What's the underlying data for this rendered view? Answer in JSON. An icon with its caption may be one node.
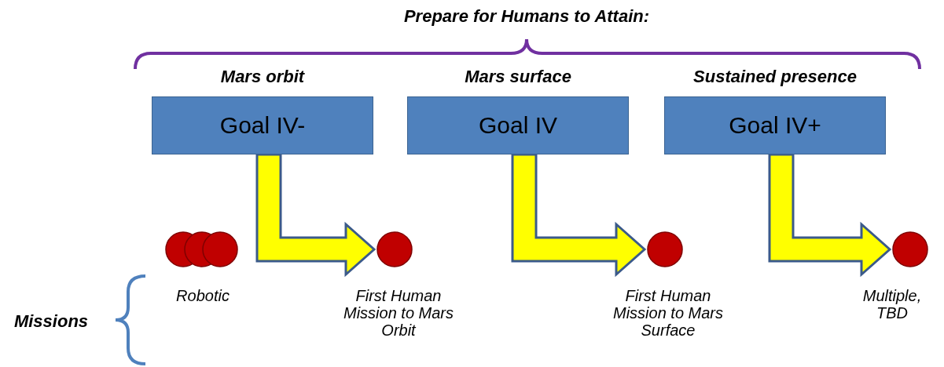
{
  "diagram": {
    "title": "Prepare for Humans to Attain:",
    "nodes": [
      {
        "text": [
          "Mars orbit",
          "Goal IV-"
        ]
      },
      {
        "text": [
          "Mars surface",
          "Goal IV"
        ]
      },
      {
        "text": [
          "Sustained presence",
          "Goal IV+"
        ]
      },
      {
        "text": [],
        "shape": "circle"
      },
      {
        "text": [],
        "shape": "circle",
        "beside": [
          "Robotic"
        ]
      },
      {
        "text": [],
        "shape": "circle"
      },
      {
        "text": [],
        "shape": "circle",
        "beside": [
          "First Human Mission to Mars Orbit"
        ]
      },
      {
        "text": [],
        "shape": "circle",
        "beside": [
          "First Human Mission to Mars Surface"
        ]
      },
      {
        "text": [],
        "shape": "circle",
        "beside": [
          "Multiple, TBD"
        ]
      }
    ],
    "edges": [
      {
        "from": 0,
        "to": 6,
        "arrow": "to"
      },
      {
        "from": 1,
        "to": 7,
        "arrow": "to"
      },
      {
        "from": 2,
        "to": 8,
        "arrow": "to"
      }
    ],
    "labels": [
      "Missions"
    ]
  }
}
